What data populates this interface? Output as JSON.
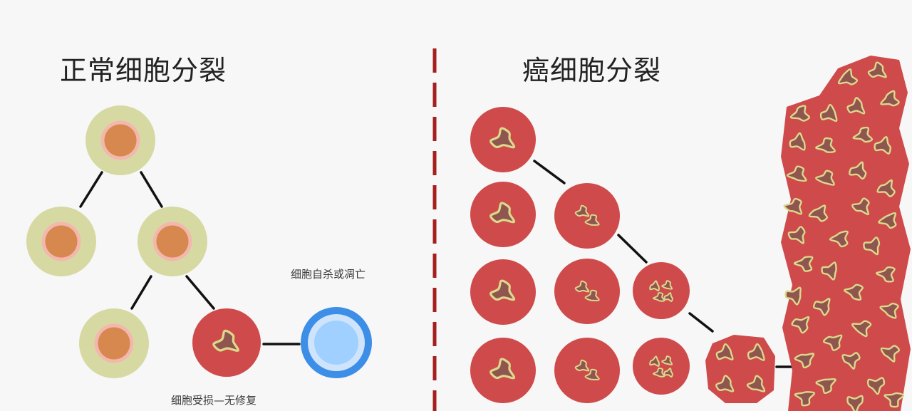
{
  "diagram": {
    "left_title": "正常细胞分裂",
    "right_title": "癌细胞分裂",
    "label_cell_death": "细胞自杀或凋亡",
    "label_cell_damage": "细胞受损—无修复"
  },
  "colors": {
    "normal_cell_outer": "#d7d9a2",
    "normal_cell_ring": "#f4b7ae",
    "normal_cell_nucleus": "#d6884f",
    "cancer_cell_fill": "#cf4b4b",
    "cancer_nucleus_fill": "#8f5650",
    "cancer_nucleus_rim": "#dcd88c",
    "blue_cell_outer": "#3d8ee6",
    "blue_cell_inner": "#9fd0ff",
    "divider": "#a51f1f",
    "connector": "#111111"
  }
}
